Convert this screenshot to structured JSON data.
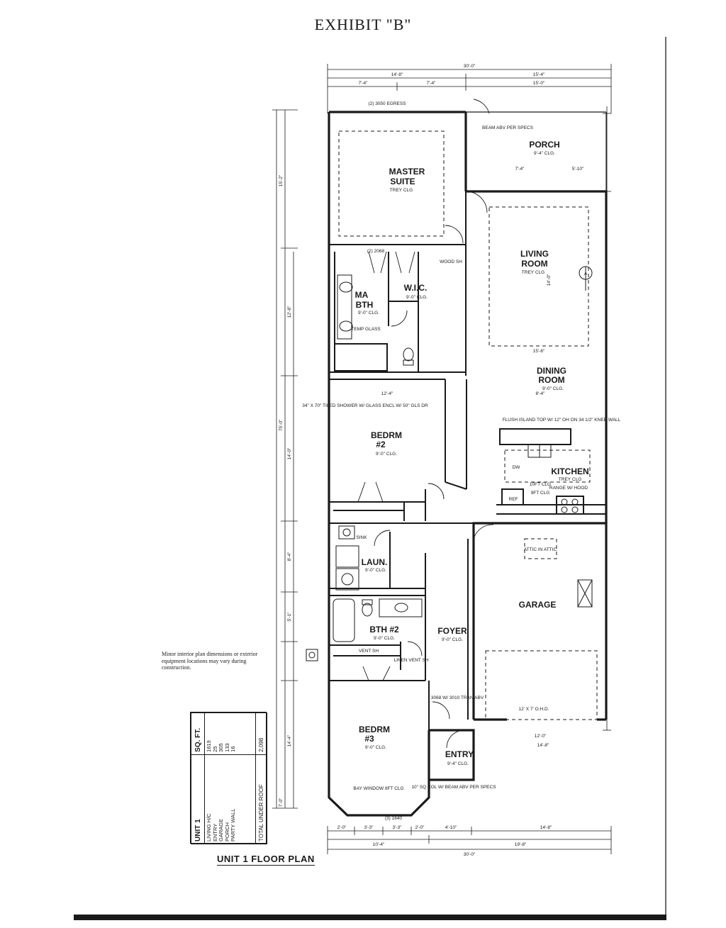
{
  "page": {
    "exhibit_title": "EXHIBIT \"B\"",
    "caption": "UNIT 1 FLOOR PLAN",
    "note": "Minor interior plan dimensions or exterior equipment locations may vary during construction."
  },
  "sqft_table": {
    "header_unit": "UNIT 1",
    "header_sqft": "SQ. FT.",
    "rows": [
      {
        "label": "LIVING H/C",
        "value": "1619"
      },
      {
        "label": "ENTRY",
        "value": "25"
      },
      {
        "label": "GARAGE",
        "value": "305"
      },
      {
        "label": "PORCH",
        "value": "133"
      },
      {
        "label": "PARTY WALL",
        "value": "16"
      }
    ],
    "total_label": "TOTAL UNDER ROOF",
    "total_value": "2,098"
  },
  "rooms": {
    "master_name": "MASTER",
    "master_name2": "SUITE",
    "master_clg": "TREY CLG",
    "porch": "PORCH",
    "porch_clg": "9'-4\" CLG.",
    "living_name": "LIVING",
    "living_name2": "ROOM",
    "living_clg": "TREY CLG",
    "ma_bth": "MA",
    "ma_bth2": "BTH",
    "ma_bth_clg": "9'-0\" CLG.",
    "wic": "W.I.C.",
    "wic_clg": "9'-0\" CLG.",
    "dining_name": "DINING",
    "dining_name2": "ROOM",
    "dining_clg": "9'-0\" CLG.",
    "bedrm2": "BEDRM",
    "bedrm2_num": "#2",
    "bedrm2_clg": "9'-0\" CLG.",
    "kitchen": "KITCHEN",
    "kitchen_clg": "TREY CLG",
    "laun": "LAUN.",
    "laun_clg": "9'-0\" CLG.",
    "garage": "GARAGE",
    "bth2": "BTH #2",
    "bth2_clg": "9'-0\" CLG.",
    "foyer": "FOYER",
    "foyer_clg": "9'-0\" CLG.",
    "bedrm3": "BEDRM",
    "bedrm3_num": "#3",
    "bedrm3_clg": "9'-0\" CLG.",
    "entry": "ENTRY",
    "entry_clg": "9'-4\" CLG."
  },
  "notes": {
    "egress_top": "(2) 3050 EGRESS",
    "beam": "BEAM ABV PER SPECS",
    "flush_island": "FLUSH ISLAND TOP W/ 12\" OH ON 34 1/2\" KNEE WALL",
    "shower": "34\" X 70\" TILED SHOWER W/ GLASS ENCL W/ 50\" GLS DR",
    "garage_door": "12' X 7' O.H.D.",
    "attic": "ATTIC IN ATTIC",
    "bay_window": "BAY WINDOW 8FT CLG",
    "tran": "3068 W/ 3010 TRAN ABV",
    "col": "10\" SQ COL W/ BEAM ABV PER SPECS",
    "tempered": "TEMP GLASS",
    "linen": "LINEN VENT SH",
    "vent_sh": "VENT SH",
    "sink": "SINK",
    "range": "RANGE W/ HOOD",
    "ref": "REF",
    "dw": "DW",
    "tenft": "10FT CLG",
    "ninefft": "9FT CLG",
    "wood_sh": "WOOD SH",
    "section_mark": "A",
    "window_20": "(2) 2068",
    "window_bd3": "(3) 1640"
  },
  "dims": {
    "overall_top": "30'-0\"",
    "top_left": "14'-8\"",
    "top_right": "15'-4\"",
    "top_left2": "7'-4\"",
    "top_mid2": "7'-4\"",
    "top_right2": "15'-0\"",
    "overall_bottom": "30'-0\"",
    "bottom_left": "10'-4\"",
    "bottom_right": "19'-8\"",
    "bottom_seg1": "2'-0\"",
    "bottom_seg2": "3'-3\"",
    "bottom_seg3": "3'-3\"",
    "bottom_seg4": "2'-0\"",
    "bottom_seg5": "4'-10\"",
    "bottom_seg6": "14'-8\"",
    "left_overall": "75'-0\"",
    "left_1": "15'-2\"",
    "left_2": "12'-8\"",
    "left_3": "14'-0\"",
    "left_4": "8'-4\"",
    "left_5": "5'-1\"",
    "left_6": "14'-4\"",
    "left_7": "7'-0\"",
    "living_w": "15'-6\"",
    "living_h": "14'-0\"",
    "garage_w": "12'-0\"",
    "garage_w2": "14'-8\"",
    "bedrm2_w": "12'-4\"",
    "dining_w": "8'-4\"",
    "porch_w": "7'-4\"",
    "porch_w2": "5'-10\""
  }
}
